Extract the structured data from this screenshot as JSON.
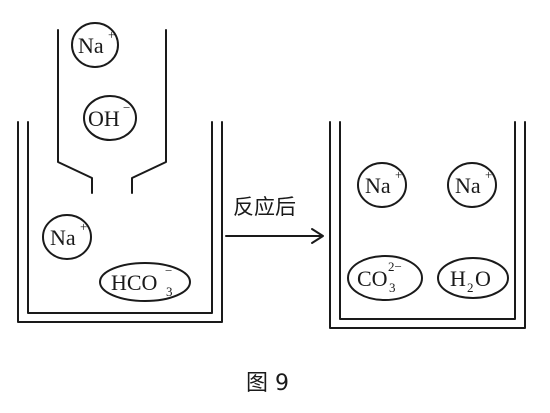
{
  "diagram": {
    "left_beaker": {
      "dropper_ions": [
        {
          "symbol": "Na",
          "sup": "+",
          "sub": ""
        },
        {
          "symbol": "OH",
          "sup": "−",
          "sub": ""
        }
      ],
      "solution_ions": [
        {
          "symbol": "Na",
          "sup": "+",
          "sub": ""
        },
        {
          "symbol": "HCO",
          "sup": "−",
          "sub": "3"
        }
      ]
    },
    "arrow": {
      "label": "反应后"
    },
    "right_beaker": {
      "ions": [
        {
          "symbol": "Na",
          "sup": "+",
          "sub": ""
        },
        {
          "symbol": "Na",
          "sup": "+",
          "sub": ""
        },
        {
          "symbol": "CO",
          "sup": "2−",
          "sub": "3"
        },
        {
          "symbol": "H",
          "sup": "",
          "sub": "2",
          "tail": "O"
        }
      ]
    },
    "caption": "图 9"
  }
}
